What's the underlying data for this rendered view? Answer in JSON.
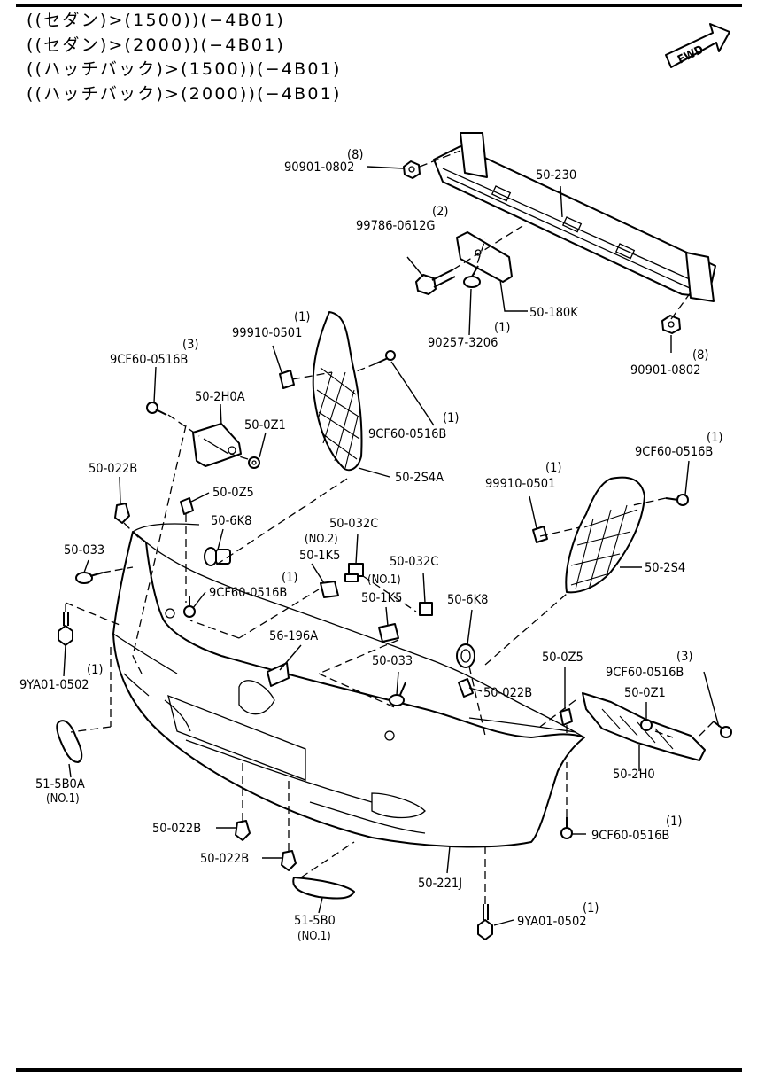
{
  "header_lines": [
    "((セダン)>(1500))(−4B01)",
    "((セダン)>(2000))(−4B01)",
    "((ハッチバック)>(1500))(−4B01)",
    "((ハッチバック)>(2000))(−4B01)"
  ],
  "fwd_label": "FWD",
  "callouts": {
    "nut_upper": "90901-0802",
    "nut_upper_qty": "(8)",
    "reinforcement": "50-230",
    "bolt": "99786-0612G",
    "bolt_qty": "(2)",
    "bracket_180k": "50-180K",
    "pin": "90257-3206",
    "pin_qty": "(1)",
    "nut_lower": "90901-0802",
    "nut_lower_qty": "(8)",
    "clip_left_top": "99910-0501",
    "clip_left_top_qty": "(1)",
    "screw_left_top": "9CF60-0516B",
    "screw_left_top_qty": "(1)",
    "screw_left_bracket": "9CF60-0516B",
    "screw_left_bracket_qty": "(3)",
    "bracket_2h0a": "50-2H0A",
    "nut_0z1_left": "50-0Z1",
    "clip_022b_left": "50-022B",
    "clip_0z5_left": "50-0Z5",
    "grommet_6k8_left": "50-6K8",
    "grille_2s4a": "50-2S4A",
    "screw_right_top": "9CF60-0516B",
    "screw_right_top_qty": "(1)",
    "clip_right_top": "99910-0501",
    "clip_right_top_qty": "(1)",
    "grille_2s4": "50-2S4",
    "bracket_032c_no2": "50-032C",
    "no2": "(NO.2)",
    "clip_1k5_left": "50-1K5",
    "bracket_032c_no1": "50-032C",
    "no1": "(NO.1)",
    "clip_1k5_right": "50-1K5",
    "grommet_6k8_right": "50-6K8",
    "rivet_033_left": "50-033",
    "screw_center": "9CF60-0516B",
    "screw_center_qty": "(1)",
    "emblem_196a": "56-196A",
    "rivet_033_center": "50-033",
    "clip_022b_center": "50-022B",
    "clip_0z5_right": "50-0Z5",
    "screw_right_bracket": "9CF60-0516B",
    "screw_right_bracket_qty": "(3)",
    "nut_0z1_right": "50-0Z1",
    "bracket_2h0": "50-2H0",
    "bolt_9ya01_left": "9YA01-0502",
    "bolt_9ya01_left_qty": "(1)",
    "reflector_5b0a": "51-5B0A",
    "reflector_5b0a_sub": "(NO.1)",
    "clip_022b_low1": "50-022B",
    "clip_022b_low2": "50-022B",
    "reflector_5b0": "51-5B0",
    "reflector_5b0_sub": "(NO.1)",
    "bumper_221j": "50-221J",
    "screw_right_low": "9CF60-0516B",
    "screw_right_low_qty": "(1)",
    "bolt_9ya01_right": "9YA01-0502",
    "bolt_9ya01_right_qty": "(1)"
  }
}
